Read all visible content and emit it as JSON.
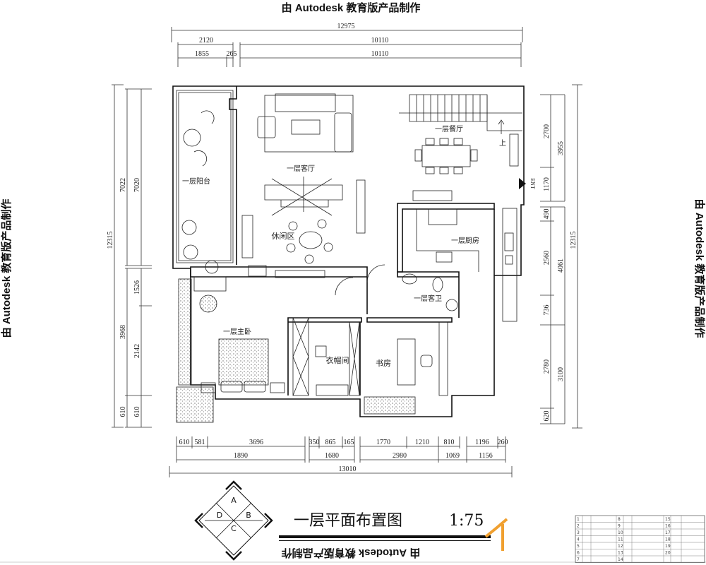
{
  "watermark": "由 Autodesk 教育版产品制作",
  "title": {
    "name": "一层平面布置图",
    "scale": "1:75"
  },
  "compass": {
    "labels": [
      "A",
      "B",
      "C",
      "D"
    ]
  },
  "rooms": {
    "balcony": "一层阳台",
    "living": "一层客厅",
    "leisure": "休闲区",
    "dining": "一层餐厅",
    "kitchen": "一层厨房",
    "guest_bath": "一层客卫",
    "master_bedroom": "一层主卧",
    "cloakroom": "衣帽间",
    "study": "书房",
    "stair_up": "上",
    "entrance": "ENT"
  },
  "dims": {
    "top": {
      "overall": "12975",
      "row2": [
        "2120",
        "10110"
      ],
      "row3": [
        "1855",
        "265",
        "10110"
      ]
    },
    "bottom": {
      "row1": [
        "610",
        "581",
        "3696",
        "350",
        "865",
        "165",
        "1770",
        "1210",
        "810",
        "1196",
        "260"
      ],
      "row2": [
        "1890",
        "1680",
        "2980",
        "1069",
        "1156"
      ],
      "overall": "13010"
    },
    "left": {
      "overall": "12315",
      "col1": [
        "7022",
        "3968",
        "610"
      ],
      "col2": [
        "7020",
        "1526",
        "2142",
        "610"
      ]
    },
    "right": {
      "col1": [
        "2700",
        "1170",
        "490",
        "2560",
        "736",
        "2780",
        "620"
      ],
      "col2": [
        "3955",
        "4061",
        "3100"
      ],
      "overall": "12315"
    }
  },
  "legend": {
    "numbers": [
      "1",
      "2",
      "3",
      "4",
      "5",
      "6",
      "7",
      "8",
      "9",
      "10",
      "11",
      "12",
      "13",
      "14",
      "15",
      "16",
      "17",
      "18",
      "19",
      "20"
    ]
  },
  "colors": {
    "logo": "#f0a030",
    "line": "#111111"
  }
}
